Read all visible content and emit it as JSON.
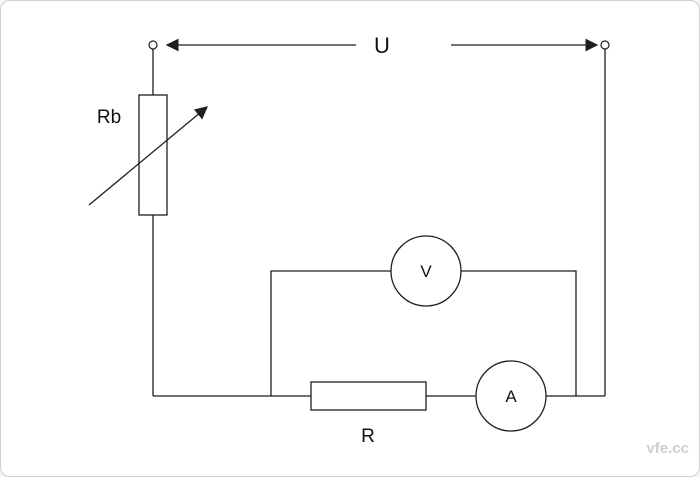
{
  "diagram": {
    "type": "circuit-schematic",
    "description": "Volt-ampere measurement circuit: supply voltage U, series rheostat Rb, resistor R with voltmeter V in parallel across R and ammeter A in series",
    "labels": {
      "voltage": "U",
      "rheostat": "Rb",
      "voltmeter": "V",
      "ammeter": "A",
      "resistor": "R"
    },
    "watermark": "vfe.cc",
    "colors": {
      "line": "#1f1f1f",
      "background": "#ffffff",
      "frame_border": "#cfcfcf",
      "watermark": "#c9c9c9"
    }
  }
}
